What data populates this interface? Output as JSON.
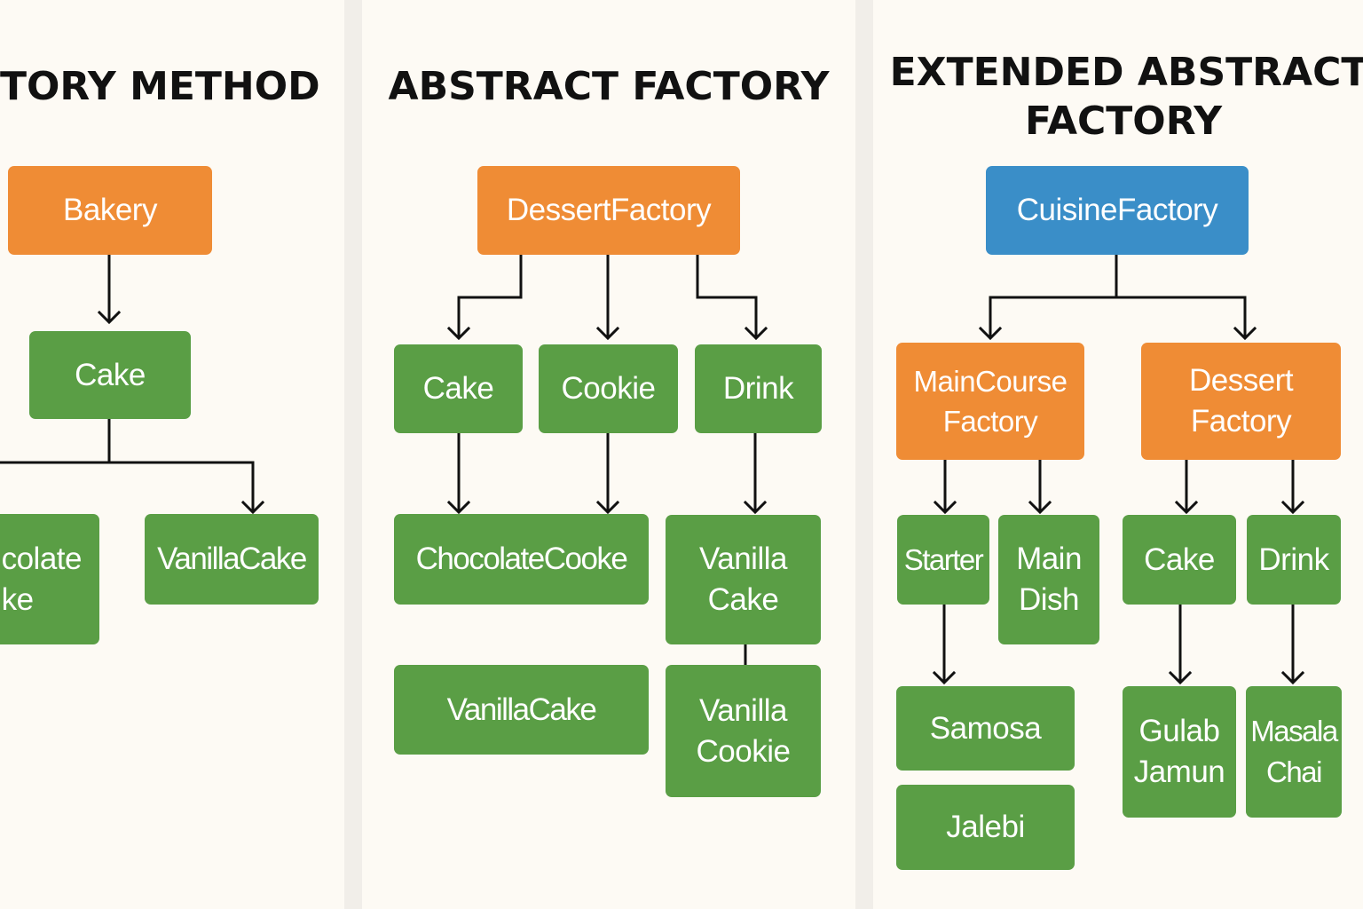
{
  "panels": [
    {
      "title": "TORY METHOD"
    },
    {
      "title": "ABSTRACT FACTORY"
    },
    {
      "title_line1": "EXTENDED ABSTRACT",
      "title_line2": "FACTORY"
    }
  ],
  "factory_method": {
    "bakery": "Bakery",
    "cake": "Cake",
    "chocolate_cake": "colate\nke",
    "vanilla_cake": "VanillaCake"
  },
  "abstract_factory": {
    "dessert_factory": "DessertFactory",
    "cake": "Cake",
    "cookie": "Cookie",
    "drink": "Drink",
    "chocolate_cooke": "ChocolateCooke",
    "vanilla_cake_split": "Vanilla\nCake",
    "vanilla_cake": "VanillaCake",
    "vanilla_cookie": "Vanilla\nCookie"
  },
  "extended_abstract_factory": {
    "cuisine_factory": "CuisineFactory",
    "main_course_factory": "MainCourse\nFactory",
    "dessert_factory": "Dessert\nFactory",
    "starter": "Starter",
    "main_dish": "Main\nDish",
    "cake": "Cake",
    "drink": "Drink",
    "samosa": "Samosa",
    "jalebi": "Jalebi",
    "gulab_jamun": "Gulab\nJamun",
    "masala_chai": "Masala\nChai"
  },
  "colors": {
    "product_green": "#5a9e45",
    "factory_orange": "#ef8c35",
    "root_blue": "#3a8ec8",
    "connector": "#111111"
  }
}
